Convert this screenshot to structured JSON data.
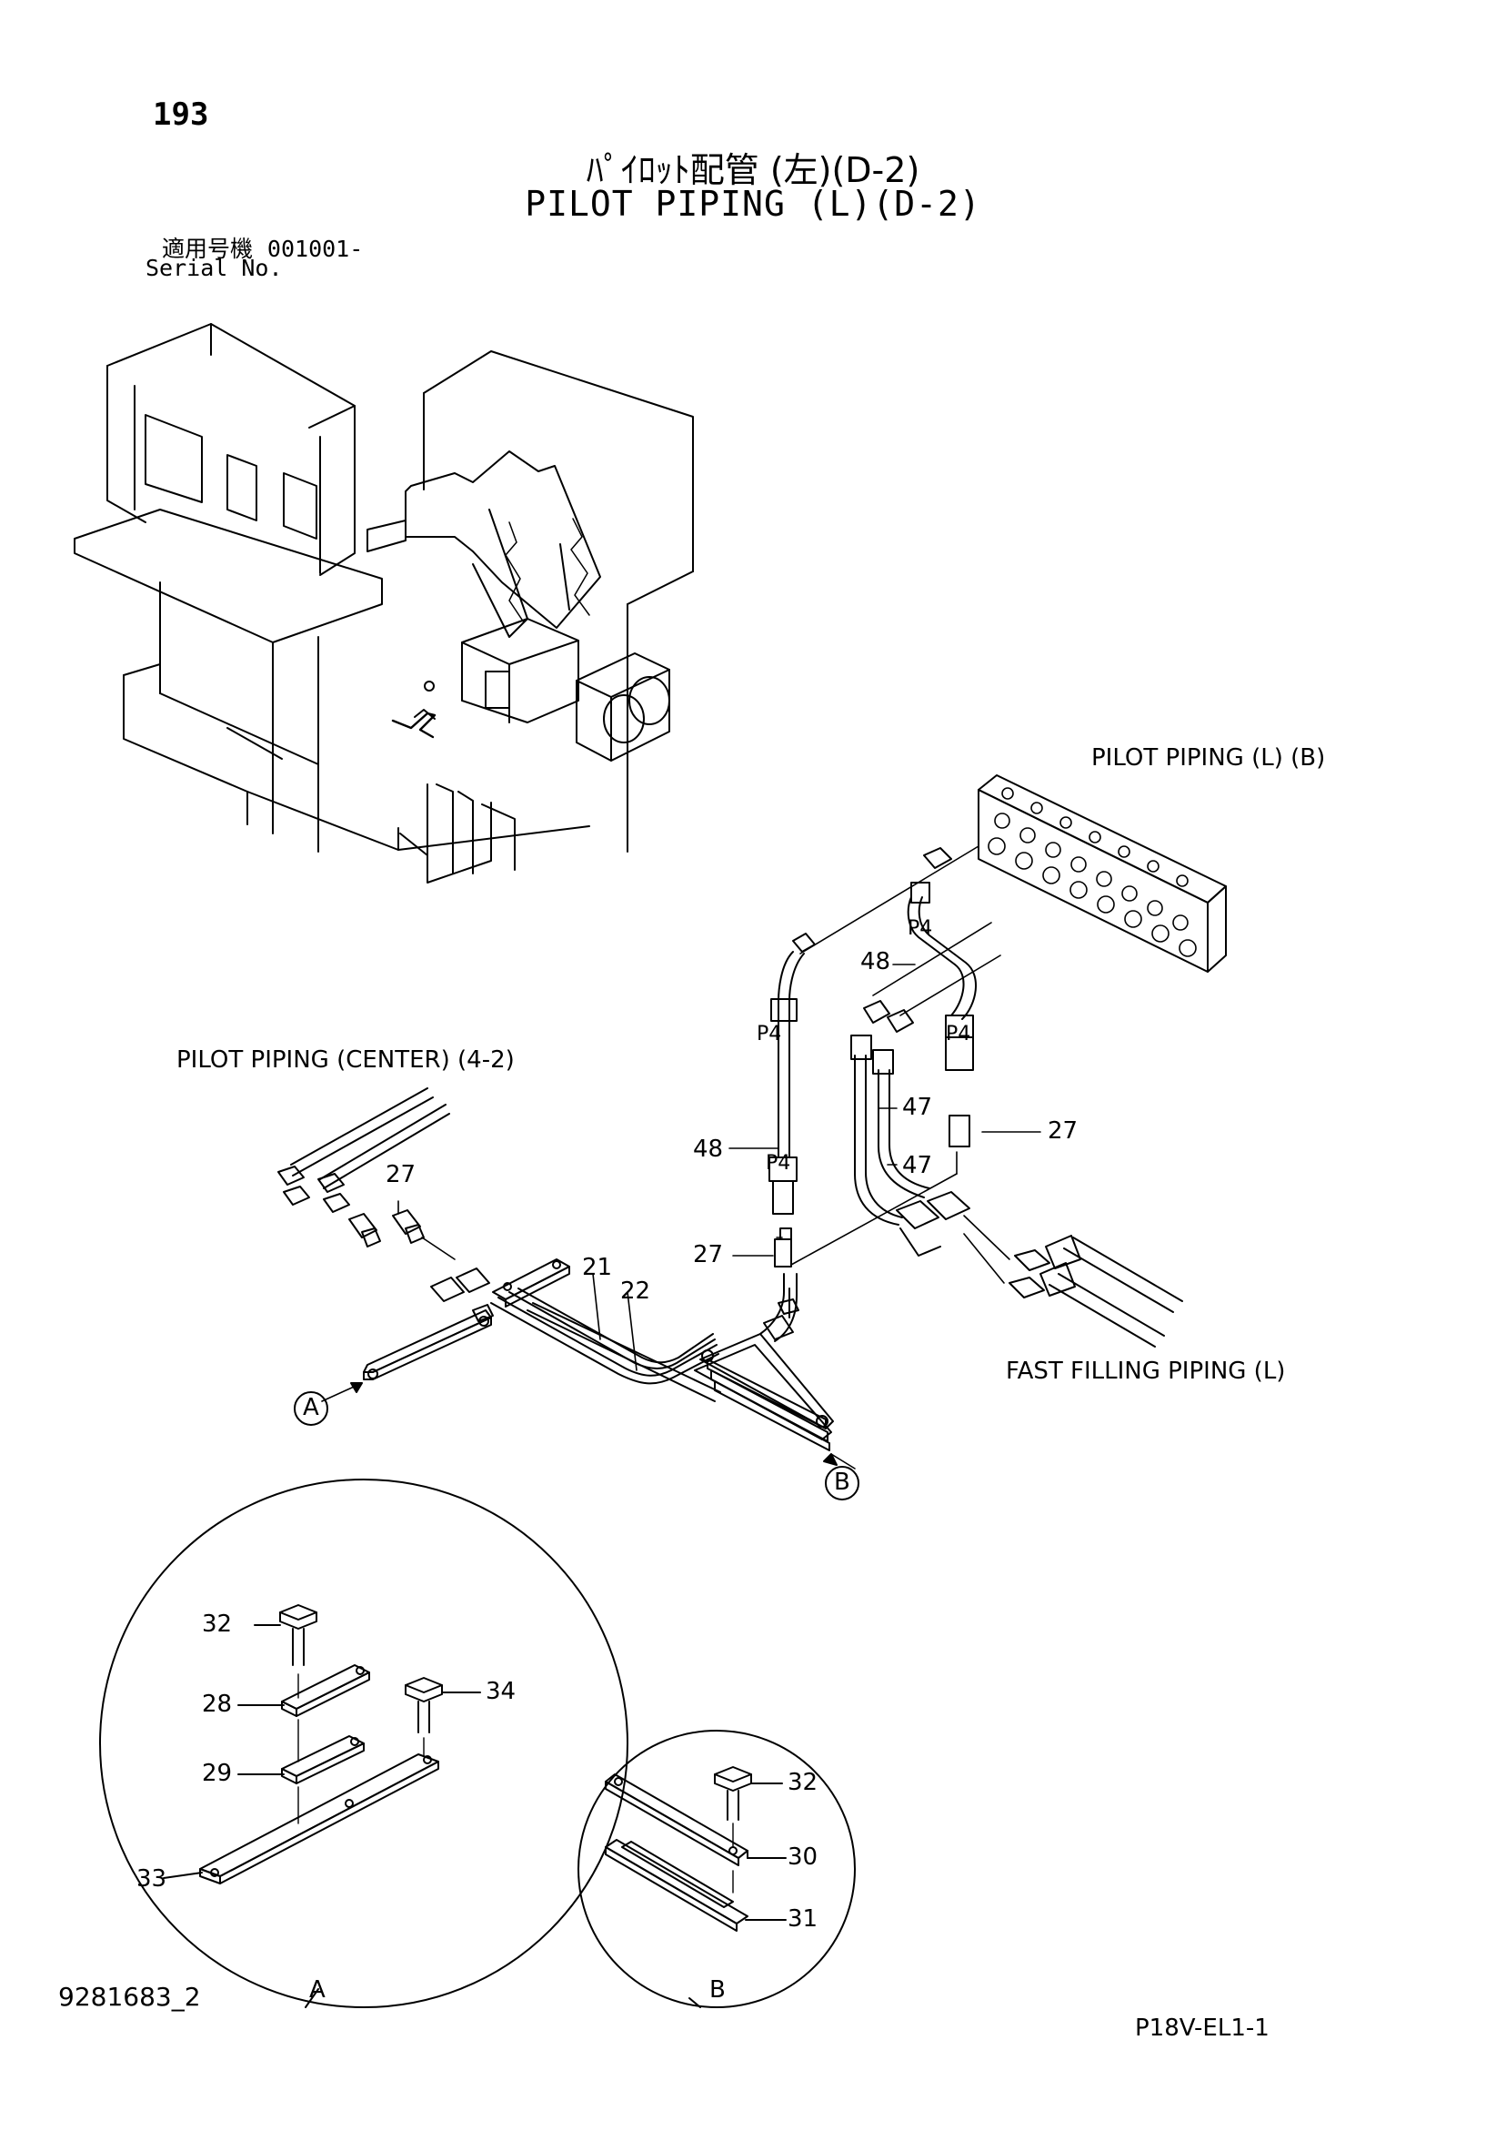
{
  "page_number": "193",
  "title_jp": "ﾊﾟｲﾛｯﾄ配管 (左)(D-2)",
  "title_en": "PILOT PIPING (L)(D-2)",
  "serial_label_jp": "適用号機",
  "serial_value": "001001-",
  "serial_label_en": "Serial No.",
  "references": {
    "top_right": "PILOT  PIPING (L) (B)",
    "center": "PILOT  PIPING (CENTER) (4-2)",
    "fast_filling": "FAST  FILLING  PIPING (L)"
  },
  "callouts": {
    "a": "A",
    "b": "B",
    "p4": "P4"
  },
  "part_numbers": [
    "21",
    "22",
    "27",
    "28",
    "29",
    "30",
    "31",
    "32",
    "33",
    "34",
    "47",
    "48"
  ],
  "detail_labels": {
    "a": "A",
    "b": "B"
  },
  "document_id": "9281683_2",
  "model_code": "P18V-EL1-1"
}
